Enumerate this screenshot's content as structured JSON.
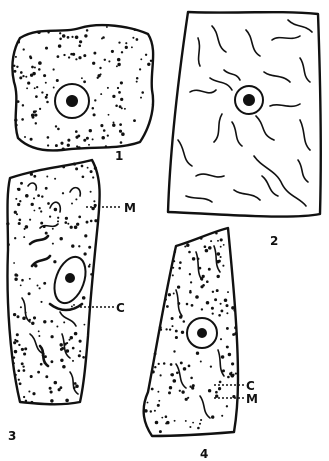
{
  "figures": [
    {
      "number": "1"
    },
    {
      "number": "2"
    },
    {
      "number": "3",
      "labels": [
        "M",
        "C"
      ]
    },
    {
      "number": "4",
      "labels": [
        "C",
        "M"
      ]
    }
  ]
}
